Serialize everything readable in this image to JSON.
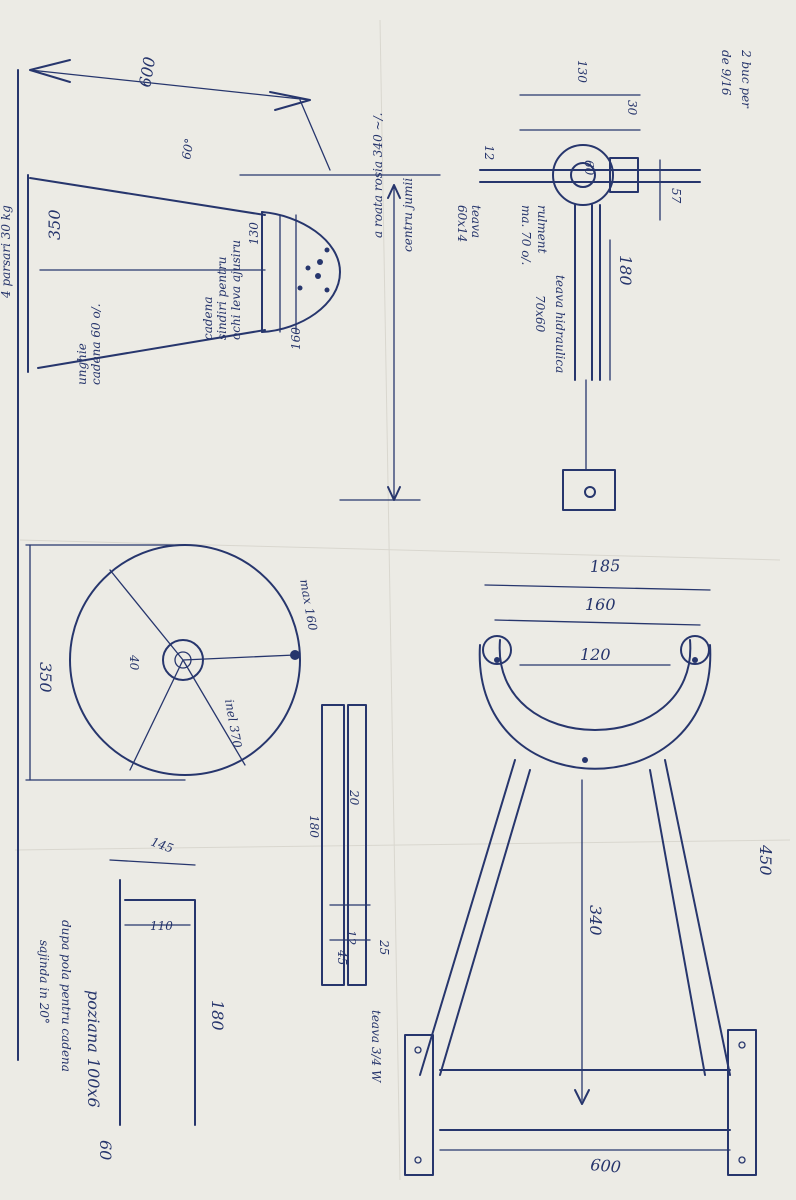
{
  "sketch": {
    "title_area": {
      "note": "2 buc per",
      "sub": "de 9/16"
    },
    "upper_right": {
      "dim_130": "130",
      "dim_30": "30",
      "dim_60": "60",
      "dim_12": "12",
      "dim_57": "57",
      "dim_180": "180",
      "label_teava": "teava",
      "label_60x14": "60x14",
      "label_rulment": "rulment",
      "label_ma": "ma. 70 o/.",
      "label_teava_hidraulica": "teava hidraulica",
      "label_70x60": "70x60"
    },
    "upper_left": {
      "dim_600": "600",
      "dim_350": "350",
      "dim_60deg": "60°",
      "dim_130": "130",
      "dim_160": "160",
      "note_centru": "centru jumii",
      "note_roata": "a roata rosia 340 ~/.",
      "note_ochi": "ochi leva ajusiru",
      "note_ochi2": "sindiri pentru",
      "note_ochi3": "cadena",
      "note_cadena": "cadena 60 o/.",
      "note_cadena2": "unghie",
      "note_bottom": "4 parsari 30 kg"
    },
    "wheel": {
      "dim_350": "350",
      "dim_40": "40",
      "dim_max": "max 160",
      "label_inel": "inel 370"
    },
    "bar": {
      "dim_180": "180",
      "dim_20": "20",
      "dim_12": "12",
      "dim_45": "45",
      "dim_25": "25",
      "note_teava": "teava 3/4 W"
    },
    "u_frame": {
      "dim_185": "185",
      "dim_160": "160",
      "dim_120": "120",
      "dim_450": "450",
      "dim_340": "340",
      "dim_600": "600"
    },
    "bracket": {
      "dim_145": "145",
      "dim_110": "110",
      "dim_180": "180"
    },
    "bottom_note": {
      "line1": "poziana 100x6",
      "line2": "dupa pola pentru cadena",
      "line3": "sajinda in 20°",
      "dim_60": "60"
    }
  }
}
